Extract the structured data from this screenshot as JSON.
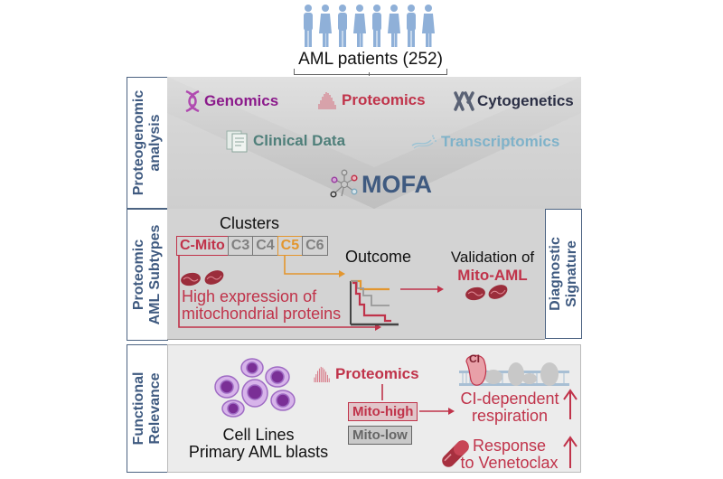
{
  "header": {
    "patients_label": "AML patients (252)",
    "people_icon_count": 8
  },
  "sections": {
    "proteogenomic": {
      "side_label_line1": "Proteogenomic",
      "side_label_line2": "analysis",
      "omics": [
        {
          "label": "Genomics",
          "icon": "dna-icon",
          "color": "#8b1a8b"
        },
        {
          "label": "Proteomics",
          "icon": "spectrum-icon",
          "color": "#c0334a"
        },
        {
          "label": "Cytogenetics",
          "icon": "chromosome-icon",
          "color": "#2b2f45"
        },
        {
          "label": "Clinical Data",
          "icon": "clipboard-icon",
          "color": "#4f7f7a"
        },
        {
          "label": "Transcriptomics",
          "icon": "rna-icon",
          "color": "#7fb2c9"
        }
      ],
      "integration": {
        "label": "MOFA",
        "icon": "network-icon",
        "color": "#3f5a80"
      }
    },
    "subtypes": {
      "side_label_line1": "Proteomic",
      "side_label_line2": "AML Subtypes",
      "clusters_title": "Clusters",
      "clusters": [
        "C-Mito",
        "C3",
        "C4",
        "C5",
        "C6"
      ],
      "mito_description_line1": "High expression of",
      "mito_description_line2": "mitochondrial proteins",
      "outcome_label": "Outcome",
      "validation_line1": "Validation of",
      "validation_line2": "Mito-AML",
      "right_label_line1": "Diagnostic",
      "right_label_line2": "Signature"
    },
    "functional": {
      "side_label_line1": "Functional",
      "side_label_line2": "Relevance",
      "cells_line1": "Cell Lines",
      "cells_line2": "Primary AML blasts",
      "proteomics_label": "Proteomics",
      "mito_high": "Mito-high",
      "mito_low": "Mito-low",
      "complex_label": "CI",
      "result1_line1": "CI-dependent",
      "result1_line2": "respiration",
      "result2_line1": "Response",
      "result2_line2": "to Venetoclax"
    }
  },
  "colors": {
    "accent_red": "#c0334a",
    "accent_orange": "#e3962e",
    "label_blue": "#3f5a80",
    "people_blue": "#8fb0d8"
  }
}
